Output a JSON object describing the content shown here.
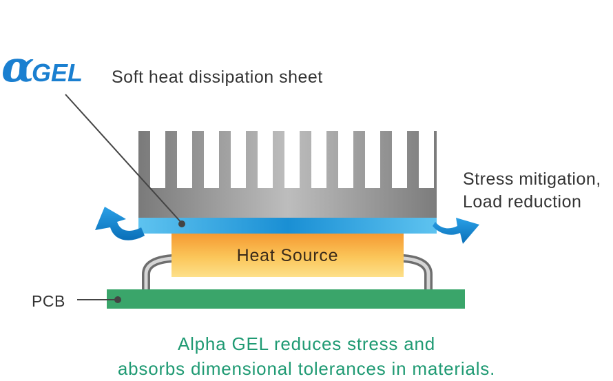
{
  "logo": {
    "alpha": "α",
    "text": "GEL",
    "color": "#1a7fd0"
  },
  "labels": {
    "sheet": "Soft heat dissipation sheet",
    "stress_line1": "Stress mitigation,",
    "stress_line2": "Load reduction",
    "pcb": "PCB",
    "heat_source": "Heat Source"
  },
  "caption": {
    "line1": "Alpha GEL reduces stress and",
    "line2": "absorbs dimensional tolerances in materials.",
    "color": "#1f9a73"
  },
  "colors": {
    "heatsink": "#9e9e9e",
    "gel_sheet": "#3aa7e0",
    "heat_source": "#f7b84a",
    "pcb": "#3aa56a",
    "arrow": "#1a86cc",
    "leader": "#444444"
  },
  "icons": {
    "left_arrow": "curved-arrow-left-icon",
    "right_arrow": "curved-arrow-right-icon"
  }
}
